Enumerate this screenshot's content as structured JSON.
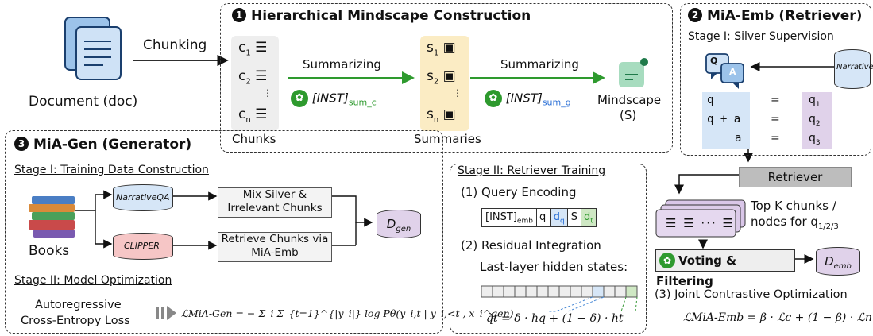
{
  "left": {
    "chunking": "Chunking",
    "document": "Document (doc)"
  },
  "p1": {
    "num": "1",
    "title": "Hierarchical Mindscape Construction",
    "chunks": [
      "c",
      "c",
      "c"
    ],
    "chunk_subs": [
      "1",
      "2",
      "n"
    ],
    "chunks_label": "Chunks",
    "summarizing1": "Summarizing",
    "inst1": "[INST]",
    "inst1_sub": "sum_c",
    "summaries": [
      "s",
      "s",
      "s"
    ],
    "summary_subs": [
      "1",
      "2",
      "n"
    ],
    "summaries_label": "Summaries",
    "summarizing2": "Summarizing",
    "inst2": "[INST]",
    "inst2_sub": "sum_g",
    "mindscape": "Mindscape",
    "mindscape_s": "(S)"
  },
  "p2": {
    "num": "2",
    "title": "MiA-Emb (Retriever)",
    "stage1": "Stage I: Silver Supervision",
    "narrativeqa": "NarrativeQA",
    "q_icon": "Q",
    "a_icon": "A",
    "left_rows": [
      "q",
      "q + a",
      "a"
    ],
    "eq": "=",
    "right_rows": [
      "q",
      "q",
      "q"
    ],
    "right_subs": [
      "1",
      "2",
      "3"
    ],
    "retriever": "Retriever",
    "topk1": "Top K chunks /",
    "topk2": "nodes  for q",
    "topk_sub": "1/2/3",
    "voting": "Voting & Filtering",
    "demb": "D",
    "demb_sub": "emb",
    "joint": "(3) Joint Contrastive Optimization",
    "eq_emb": "ℒMiA-Emb = β · ℒc + (1 − β) · ℒn"
  },
  "p3": {
    "num": "3",
    "title": "MiA-Gen (Generator)",
    "stage1": "Stage I: Training Data Construction",
    "books": "Books",
    "narrativeqa": "NarrativeQA",
    "clipper": "CLIPPER",
    "mix": [
      "Mix Silver &",
      "Irrelevant Chunks"
    ],
    "retrieve": [
      "Retrieve Chunks via",
      "MiA-Emb"
    ],
    "dgen": "D",
    "dgen_sub": "gen",
    "stage2": "Stage II: Model Optimization",
    "loss1": "Autoregressive",
    "loss2": "Cross-Entropy Loss",
    "eq_gen": "ℒMiA-Gen = − Σ_i Σ_{t=1}^{|y_i|} log Pθ(y_i,t | y_i,<t , x_i^gen)"
  },
  "p4": {
    "stage2": "Stage II: Retriever Training",
    "qe": "(1) Query Encoding",
    "tokens": [
      "[INST]",
      "q",
      "d",
      "S",
      "d"
    ],
    "token_subs": [
      "emb",
      "i",
      "q",
      "",
      "t"
    ],
    "ri": "(2) Residual Integration",
    "hidden": "Last-layer hidden states:",
    "eq_res": "q̃t = δ · hq + (1 − δ) · ht"
  },
  "colors": {
    "blue": "#d6e6f7",
    "purple": "#e0d2ea",
    "green": "#2e9a2e",
    "yellow": "#fbecc4",
    "gray": "#eeeeee",
    "red": "#f6c6c6"
  }
}
